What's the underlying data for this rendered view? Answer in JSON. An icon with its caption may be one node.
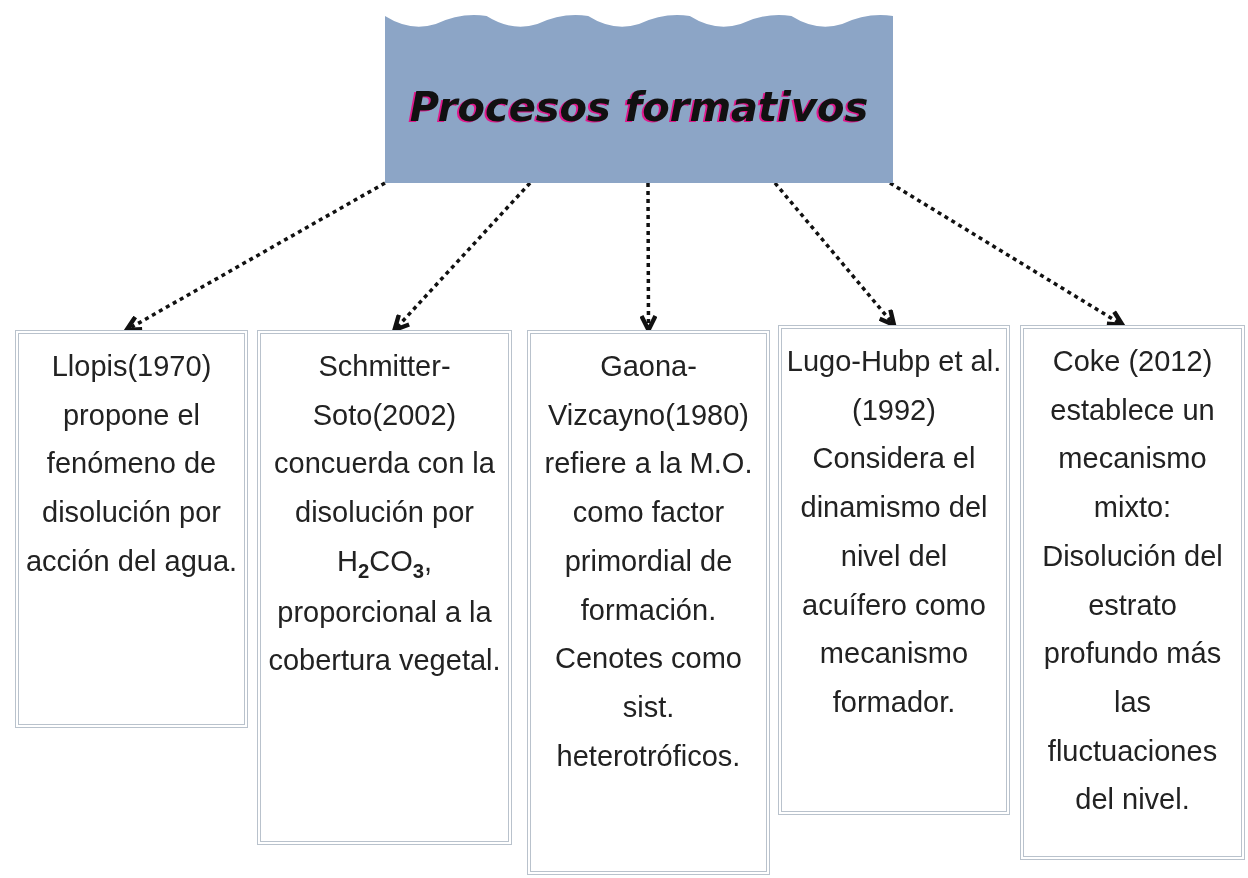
{
  "diagram": {
    "nodes": [
      {
        "text": [
          "Procesos formativos"
        ]
      },
      {
        "text": [
          "Llopis(1970) propone el fenómeno de disolución por acción del agua."
        ]
      },
      {
        "text": [
          "Schmitter-Soto(2002) concuerda con la disolución por H$_{2}$CO$_{3}$, proporcional a la cobertura vegetal."
        ]
      },
      {
        "text": [
          "Gaona-Vizcayno(1980) refiere a la M.O. como factor primordial de formación. Cenotes como sist. heterotróficos."
        ]
      },
      {
        "text": [
          "Lugo-Hubp et al. (1992) Considera el dinamismo del nivel del acuífero como mecanismo formador."
        ]
      },
      {
        "text": [
          "Coke (2012) establece un mecanismo mixto: Disolución del estrato profundo más las fluctuaciones del nivel."
        ]
      }
    ],
    "edges": [
      {
        "from": 0,
        "to": 1,
        "arrow": "to",
        "style": "dashed"
      },
      {
        "from": 0,
        "to": 2,
        "arrow": "to",
        "style": "dashed"
      },
      {
        "from": 0,
        "to": 3,
        "arrow": "to",
        "style": "dashed"
      },
      {
        "from": 0,
        "to": 4,
        "arrow": "to",
        "style": "dashed"
      },
      {
        "from": 0,
        "to": 5,
        "arrow": "to",
        "style": "dashed"
      }
    ]
  }
}
